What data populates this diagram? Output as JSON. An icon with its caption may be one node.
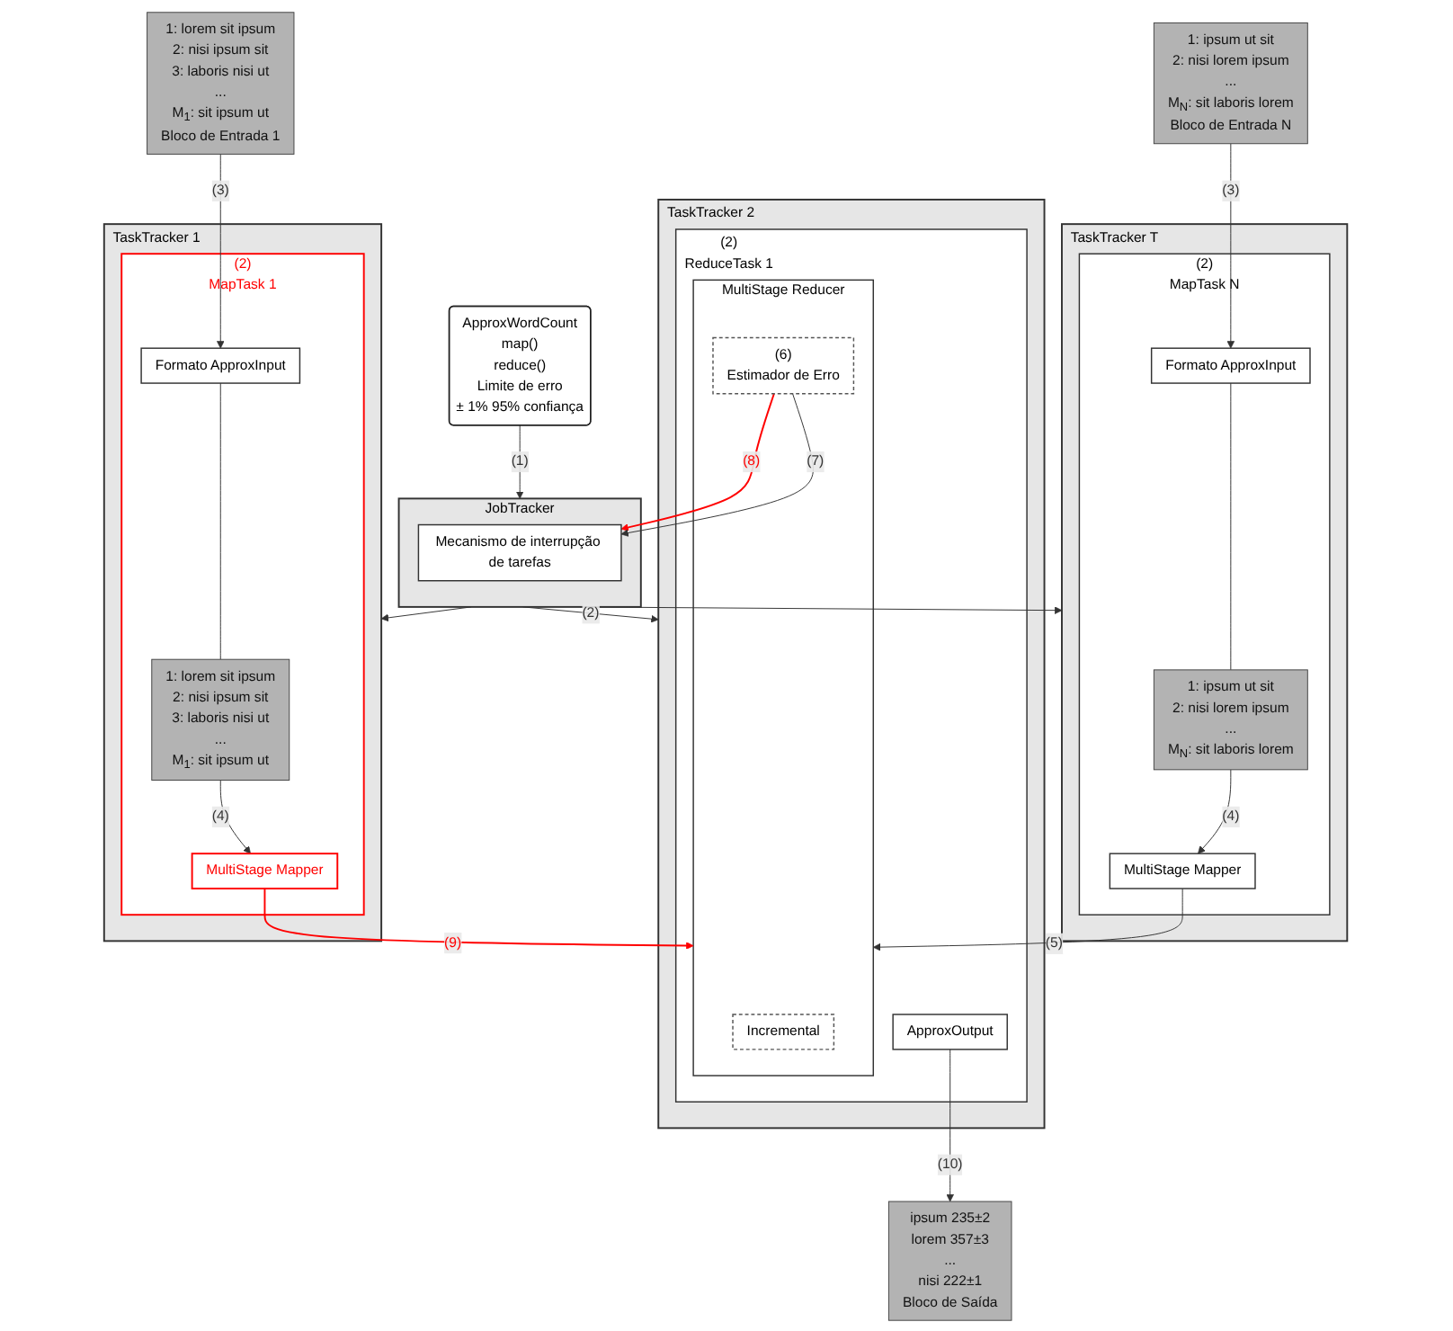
{
  "diagram": {
    "nodes": [
      {
        "text": [
          "ApproxWordCount",
          "map()",
          "reduce()",
          "Limite de erro",
          "± 1% 95% confiança"
        ]
      },
      {
        "text": [
          "JobTracker"
        ]
      },
      {
        "text": [
          "Mecanismo de interrupção de tarefas"
        ],
        "in": 1
      },
      {
        "text": [
          "TaskTracker 1"
        ]
      },
      {
        "text": [
          "(2)",
          "MapTask 1"
        ],
        "in": 3
      },
      {
        "text": [
          "MultiStage Mapper"
        ],
        "in": 4
      },
      {
        "text": [
          "1: lorem sit ipsum",
          "2: nisi ipsum sit",
          "3: laboris nisi ut",
          "...",
          "M$_{1}$: sit ipsum ut"
        ],
        "in": 4
      },
      {
        "text": [
          "Formato ApproxInput"
        ],
        "in": 4
      },
      {
        "text": [
          "TaskTracker 2"
        ]
      },
      {
        "text": [
          "(2)",
          "ReduceTask 1"
        ],
        "in": 8
      },
      {
        "text": [
          "MultiStage Reducer"
        ],
        "in": 9
      },
      {
        "text": [
          "Incremental"
        ],
        "in": 10
      },
      {
        "text": [
          "(6)",
          "Estimador de Erro"
        ],
        "in": 10
      },
      {
        "text": [
          "ApproxOutput"
        ],
        "in": 9
      },
      {
        "text": [
          "TaskTracker T"
        ]
      },
      {
        "text": [
          "(2)",
          "MapTask N"
        ],
        "in": 14
      },
      {
        "text": [
          "MultiStage Mapper"
        ],
        "in": 15
      },
      {
        "text": [
          "1: ipsum ut sit",
          "2: nisi lorem ipsum",
          "...",
          "M$_{N}$: sit laboris lorem"
        ],
        "in": 15
      },
      {
        "text": [
          "Formato ApproxInput"
        ],
        "in": 15
      },
      {
        "text": [
          "1: lorem sit ipsum",
          "2: nisi ipsum sit",
          "3: laboris nisi ut",
          "...",
          "M$_{1}$: sit ipsum ut",
          "Bloco de Entrada 1"
        ]
      },
      {
        "text": [
          "ipsum 235±2",
          "lorem 357±3",
          "...",
          "nisi 222±1",
          "Bloco de Saída"
        ]
      },
      {
        "text": [
          "1: ipsum ut sit",
          "2: nisi lorem ipsum",
          "...",
          "M$_{N}$: sit laboris lorem",
          "Bloco de Entrada N"
        ]
      }
    ],
    "edges": [
      {
        "from": 0,
        "to": 1,
        "arrow": "to",
        "label": "(1)"
      },
      {
        "from": 1,
        "to": 3,
        "arrow": "to"
      },
      {
        "from": 1,
        "to": 8,
        "arrow": "to",
        "label": "(2)"
      },
      {
        "from": 1,
        "to": 14,
        "arrow": "to"
      },
      {
        "from": 12,
        "to": 2,
        "arrow": "to",
        "label": "(8)",
        "color": "#ff0000"
      },
      {
        "from": 12,
        "to": 2,
        "arrow": "to",
        "label": "(7)"
      },
      {
        "from": 5,
        "to": 10,
        "arrow": "to",
        "label": "(9)",
        "color": "#ff0000"
      },
      {
        "from": 16,
        "to": 10,
        "arrow": "to",
        "label": "(5)"
      },
      {
        "from": 6,
        "to": 5,
        "arrow": "to",
        "label": "(4)"
      },
      {
        "from": 7,
        "to": 6,
        "arrow": "none"
      },
      {
        "from": 17,
        "to": 16,
        "arrow": "to",
        "label": "(4)"
      },
      {
        "from": 18,
        "to": 17,
        "arrow": "none"
      },
      {
        "from": 19,
        "to": 7,
        "arrow": "to",
        "label": "(3)"
      },
      {
        "from": 21,
        "to": 18,
        "arrow": "to",
        "label": "(3)"
      },
      {
        "from": 13,
        "to": 20,
        "arrow": "to",
        "label": "(10)"
      }
    ]
  }
}
